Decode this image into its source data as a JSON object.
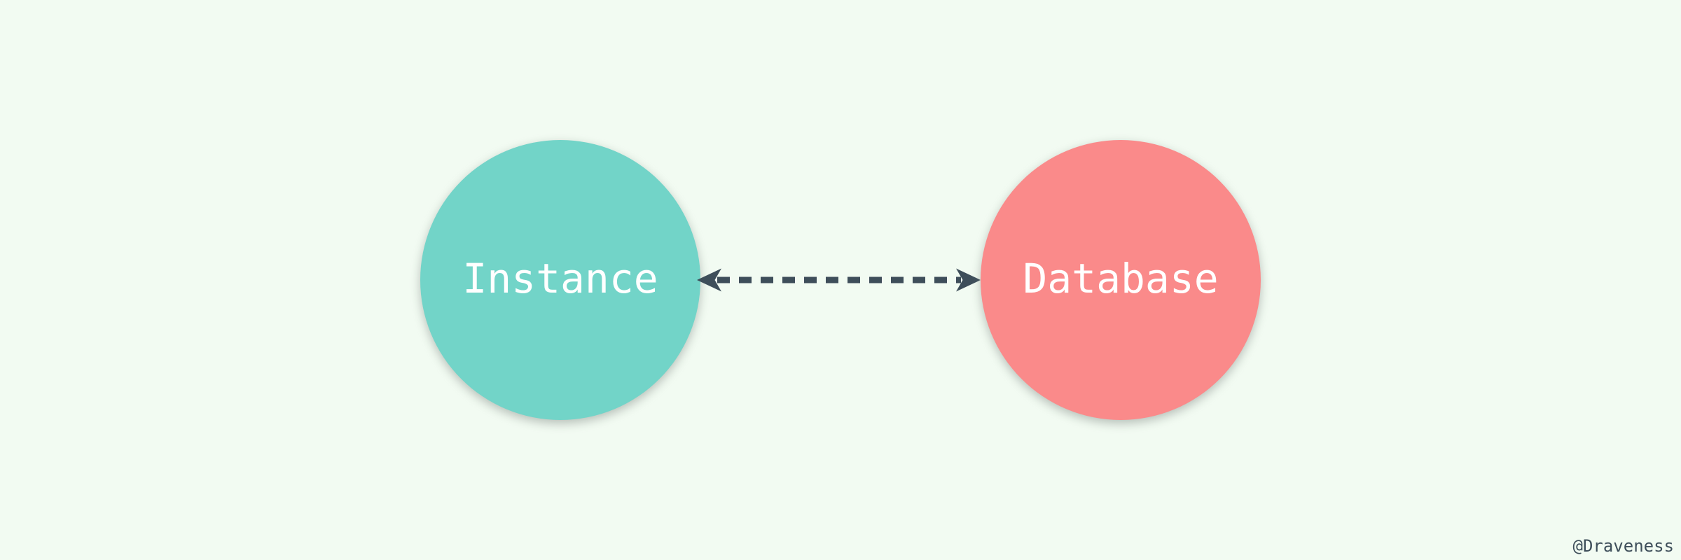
{
  "canvas": {
    "background_color": "#F2FBF2"
  },
  "diagram": {
    "nodes": [
      {
        "id": "instance",
        "label": "Instance",
        "shape": "circle",
        "color": "#72D4C8",
        "text_color": "#FFFFFF"
      },
      {
        "id": "database",
        "label": "Database",
        "shape": "circle",
        "color": "#FA8A8A",
        "text_color": "#FFFFFF"
      }
    ],
    "edge": {
      "from": "instance",
      "to": "database",
      "style": "dashed-double-arrow",
      "color": "#3E4E5A"
    }
  },
  "watermark": {
    "text": "@Draveness",
    "color": "#3E4E5A"
  }
}
